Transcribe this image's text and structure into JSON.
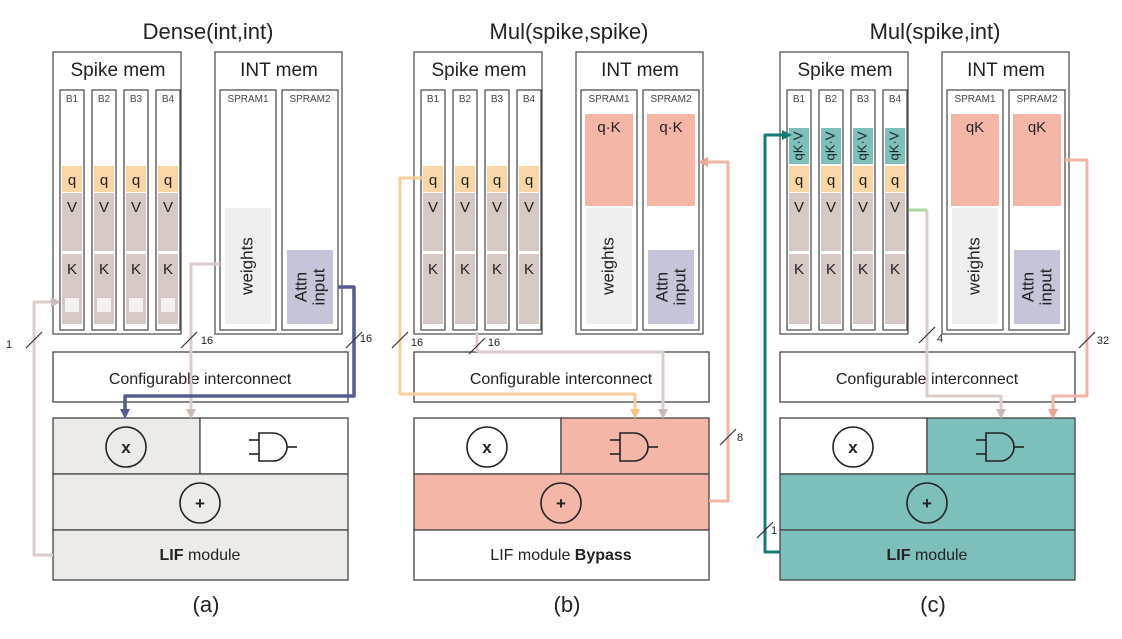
{
  "colors": {
    "q": "#f9d6a5",
    "vk": "#d6c8c4",
    "pink": "#f4b6a6",
    "teal": "#7dbfba",
    "tealLine": "#137a75",
    "weights": "#efefef",
    "attn": "#c5c5da",
    "grayFill": "#edebe7",
    "navy": "#555c92",
    "grayLine": "#d9ccc9",
    "orangeLine": "#f6cf9b",
    "pinkLine": "#f1b6a6",
    "greenLine": "#a8d8a0"
  },
  "panels": [
    {
      "id": "a",
      "title": "Dense(int,int)",
      "caption": "(a)",
      "spike_mem": "Spike mem",
      "int_mem": "INT mem",
      "banks": [
        "B1",
        "B2",
        "B3",
        "B4"
      ],
      "bank_q": "q",
      "bank_v": "V",
      "bank_k": "K",
      "spram": [
        "SPRAM1",
        "SPRAM2"
      ],
      "weights": "weights",
      "attn_l1": "Attn",
      "attn_l2": "input",
      "interconnect": "Configurable interconnect",
      "mult": "x",
      "add": "+",
      "lif_bold": "LIF",
      "lif_rest": " module",
      "widths": [
        "1",
        "16",
        "16"
      ]
    },
    {
      "id": "b",
      "title": "Mul(spike,spike)",
      "caption": "(b)",
      "spike_mem": "Spike mem",
      "int_mem": "INT mem",
      "banks": [
        "B1",
        "B2",
        "B3",
        "B4"
      ],
      "bank_q": "q",
      "bank_v": "V",
      "bank_k": "K",
      "spram": [
        "SPRAM1",
        "SPRAM2"
      ],
      "spram_top": "q·K",
      "weights": "weights",
      "attn_l1": "Attn",
      "attn_l2": "input",
      "interconnect": "Configurable interconnect",
      "mult": "x",
      "add": "+",
      "lif_prefix": "LIF module ",
      "lif_bold": "Bypass",
      "widths": [
        "16",
        "16",
        "8"
      ]
    },
    {
      "id": "c",
      "title": "Mul(spike,int)",
      "caption": "(c)",
      "spike_mem": "Spike mem",
      "int_mem": "INT mem",
      "banks": [
        "B1",
        "B2",
        "B3",
        "B4"
      ],
      "bank_top": "qK·V",
      "bank_q": "q",
      "bank_v": "V",
      "bank_k": "K",
      "spram": [
        "SPRAM1",
        "SPRAM2"
      ],
      "spram_top": "qK",
      "weights": "weights",
      "attn_l1": "Attn",
      "attn_l2": "input",
      "interconnect": "Configurable interconnect",
      "mult": "x",
      "add": "+",
      "lif_bold": "LIF",
      "lif_rest": " module",
      "widths": [
        "1",
        "4",
        "32"
      ]
    }
  ]
}
